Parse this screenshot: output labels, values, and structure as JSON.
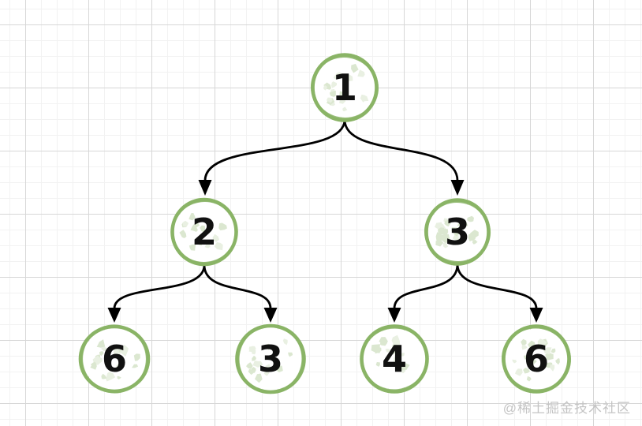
{
  "diagram": {
    "type": "binary-tree",
    "nodes": [
      {
        "id": "root",
        "value": "1",
        "children": [
          "L",
          "R"
        ]
      },
      {
        "id": "L",
        "value": "2",
        "children": [
          "LL",
          "LR"
        ]
      },
      {
        "id": "R",
        "value": "3",
        "children": [
          "RL",
          "RR"
        ]
      },
      {
        "id": "LL",
        "value": "6",
        "children": []
      },
      {
        "id": "LR",
        "value": "3",
        "children": []
      },
      {
        "id": "RL",
        "value": "4",
        "children": []
      },
      {
        "id": "RR",
        "value": "6",
        "children": []
      }
    ],
    "edges": [
      [
        "root",
        "L"
      ],
      [
        "root",
        "R"
      ],
      [
        "L",
        "LL"
      ],
      [
        "L",
        "LR"
      ],
      [
        "R",
        "RL"
      ],
      [
        "R",
        "RR"
      ]
    ]
  },
  "watermark": {
    "text": "@稀土掘金技术社区"
  },
  "colors": {
    "node_stroke": "#8ab466",
    "speckle": "#dbe7d0",
    "speckle_2": "#e9f0e2",
    "arrow": "#000000",
    "digit": "#111111",
    "grid_minor": "#f2f2f2",
    "grid_major": "#d7d7d7",
    "background": "#ffffff",
    "watermark": "#c4c4c4"
  }
}
